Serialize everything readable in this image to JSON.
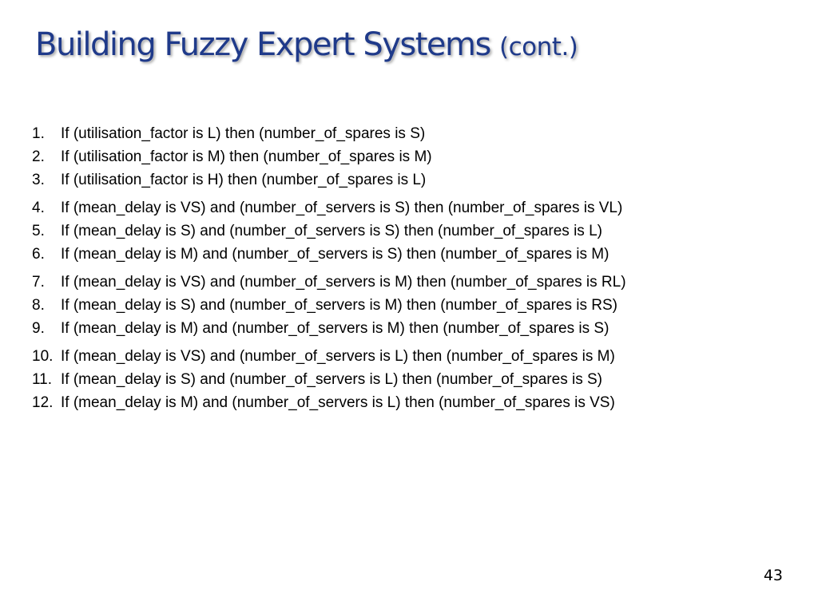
{
  "slide": {
    "title": "Building Fuzzy Expert Systems",
    "title_suffix": "(cont.)",
    "page_number": "43"
  },
  "rule_groups": [
    [
      {
        "num": "1.",
        "text": "If (utilisation_factor is L) then (number_of_spares is S)"
      },
      {
        "num": "2.",
        "text": "If (utilisation_factor is M) then (number_of_spares is M)"
      },
      {
        "num": "3.",
        "text": "If (utilisation_factor is H) then (number_of_spares is L)"
      }
    ],
    [
      {
        "num": "4.",
        "text": "If (mean_delay is VS) and (number_of_servers is S) then (number_of_spares is VL)"
      },
      {
        "num": "5.",
        "text": "If (mean_delay is S) and (number_of_servers is S) then (number_of_spares is L)"
      },
      {
        "num": "6.",
        "text": "If (mean_delay is M) and (number_of_servers is S) then (number_of_spares is M)"
      }
    ],
    [
      {
        "num": "7.",
        "text": "If (mean_delay is VS) and (number_of_servers is M) then (number_of_spares is RL)"
      },
      {
        "num": "8.",
        "text": "If (mean_delay is S) and (number_of_servers is M) then (number_of_spares is RS)"
      },
      {
        "num": "9.",
        "text": "If (mean_delay is M) and (number_of_servers is M) then (number_of_spares is S)"
      }
    ],
    [
      {
        "num": "10.",
        "text": "If (mean_delay is VS) and (number_of_servers is L) then (number_of_spares is M)"
      },
      {
        "num": "11.",
        "text": "If (mean_delay is S) and (number_of_servers is L) then (number_of_spares is S)"
      },
      {
        "num": "12.",
        "text": "If (mean_delay is M) and (number_of_servers is L) then (number_of_spares is VS)"
      }
    ]
  ]
}
